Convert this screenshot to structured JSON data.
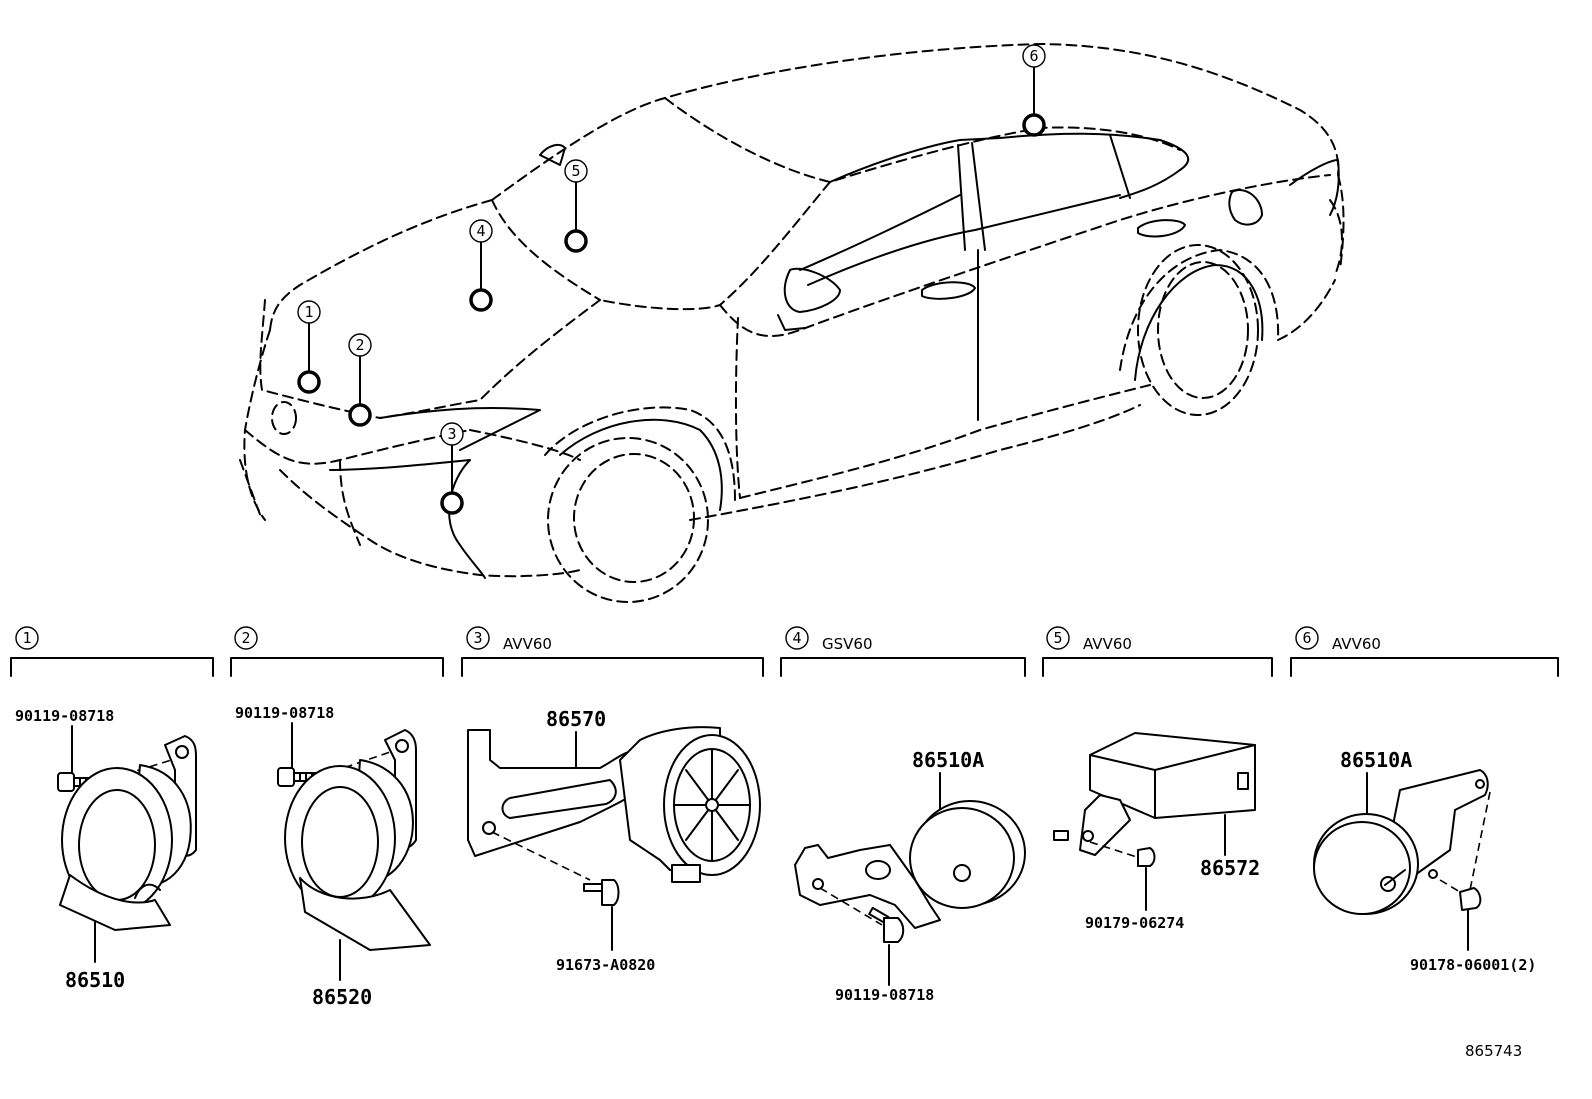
{
  "callouts": {
    "c1": "1",
    "c2": "2",
    "c3": "3",
    "c4": "4",
    "c5": "5",
    "c6": "6"
  },
  "sections": [
    {
      "num": "1",
      "label": ""
    },
    {
      "num": "2",
      "label": ""
    },
    {
      "num": "3",
      "label": "AVV60"
    },
    {
      "num": "4",
      "label": "GSV60"
    },
    {
      "num": "5",
      "label": "AVV60"
    },
    {
      "num": "6",
      "label": "AVV60"
    }
  ],
  "parts": {
    "s1_bolt": "90119-08718",
    "s1_horn": "86510",
    "s2_bolt": "90119-08718",
    "s2_horn": "86520",
    "s3_unit": "86570",
    "s3_screw": "91673-A0820",
    "s4_horn": "86510A",
    "s4_bolt": "90119-08718",
    "s5_box": "86572",
    "s5_nut": "90179-06274",
    "s6_horn": "86510A",
    "s6_nut": "90178-06001(2)"
  },
  "reference_number": "865743"
}
